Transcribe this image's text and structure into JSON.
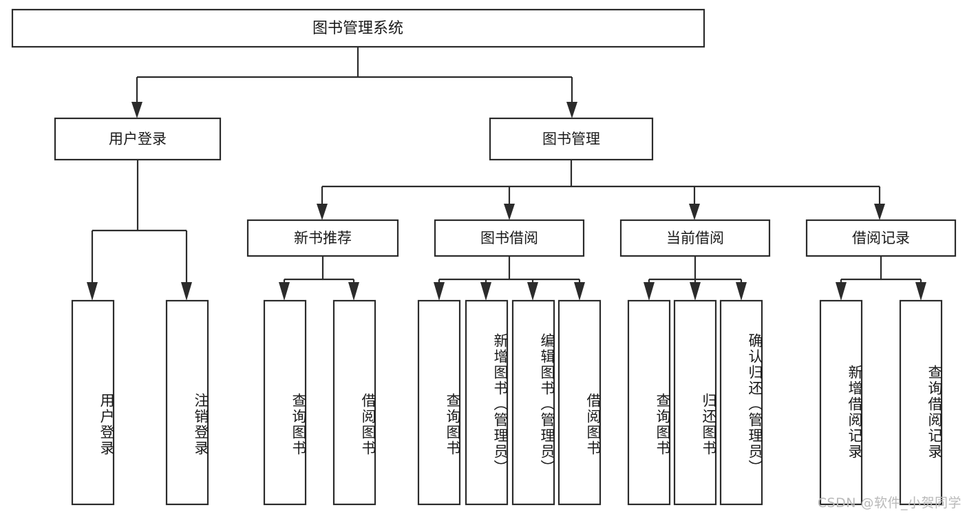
{
  "diagram": {
    "title": "图书管理系统",
    "type": "tree-hierarchy-diagram",
    "colors": {
      "background": "#ffffff",
      "box_fill": "#ffffff",
      "box_stroke": "#2b2b2b",
      "text": "#1a1a1a",
      "watermark": "#b9b9b9"
    },
    "root": {
      "label": "图书管理系统"
    },
    "level2": [
      {
        "label": "用户登录"
      },
      {
        "label": "图书管理"
      }
    ],
    "level3": [
      {
        "label": "新书推荐"
      },
      {
        "label": "图书借阅"
      },
      {
        "label": "当前借阅"
      },
      {
        "label": "借阅记录"
      }
    ],
    "leaves": {
      "user_login": [
        {
          "label": "用户登录"
        },
        {
          "label": "注销登录"
        }
      ],
      "new_book_recommend": [
        {
          "label": "查询图书"
        },
        {
          "label": "借阅图书"
        }
      ],
      "book_borrow": [
        {
          "label": "查询图书"
        },
        {
          "label": "新增图书（管理员）"
        },
        {
          "label": "编辑图书（管理员）"
        },
        {
          "label": "借阅图书"
        }
      ],
      "current_borrow": [
        {
          "label": "查询图书"
        },
        {
          "label": "归还图书"
        },
        {
          "label": "确认归还（管理员）"
        }
      ],
      "borrow_record": [
        {
          "label": "新增借阅记录"
        },
        {
          "label": "查询借阅记录"
        }
      ]
    },
    "watermark": "CSDN @软件_小贺同学"
  }
}
